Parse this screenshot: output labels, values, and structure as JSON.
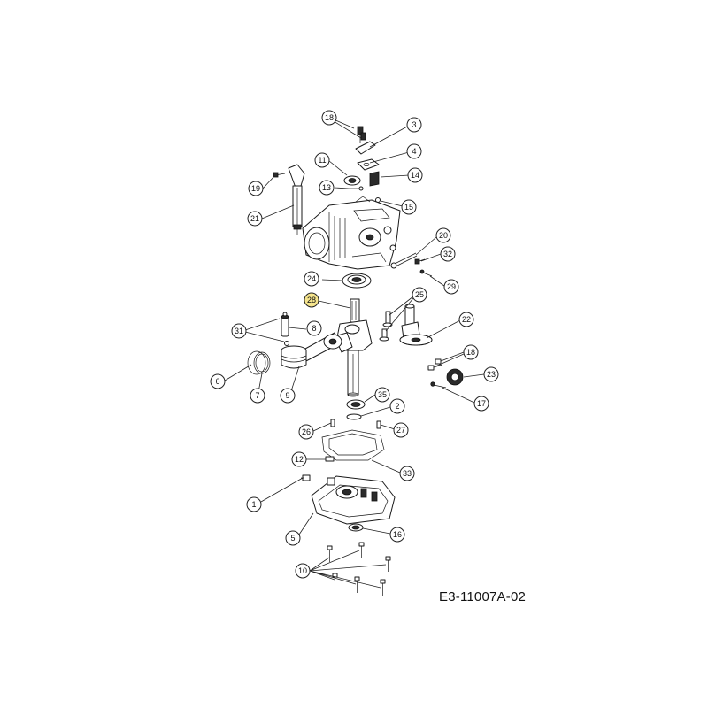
{
  "drawing_code": "E3-11007A-02",
  "highlight_color": "#f6e58d",
  "callouts": [
    {
      "label": "18"
    },
    {
      "label": "3"
    },
    {
      "label": "4"
    },
    {
      "label": "11"
    },
    {
      "label": "14"
    },
    {
      "label": "19"
    },
    {
      "label": "13"
    },
    {
      "label": "15"
    },
    {
      "label": "21"
    },
    {
      "label": "20"
    },
    {
      "label": "32"
    },
    {
      "label": "24"
    },
    {
      "label": "29"
    },
    {
      "label": "28"
    },
    {
      "label": "25"
    },
    {
      "label": "31"
    },
    {
      "label": "8"
    },
    {
      "label": "22"
    },
    {
      "label": "18"
    },
    {
      "label": "23"
    },
    {
      "label": "6"
    },
    {
      "label": "7"
    },
    {
      "label": "9"
    },
    {
      "label": "17"
    },
    {
      "label": "35"
    },
    {
      "label": "2"
    },
    {
      "label": "26"
    },
    {
      "label": "27"
    },
    {
      "label": "12"
    },
    {
      "label": "33"
    },
    {
      "label": "1"
    },
    {
      "label": "5"
    },
    {
      "label": "16"
    },
    {
      "label": "10"
    }
  ]
}
